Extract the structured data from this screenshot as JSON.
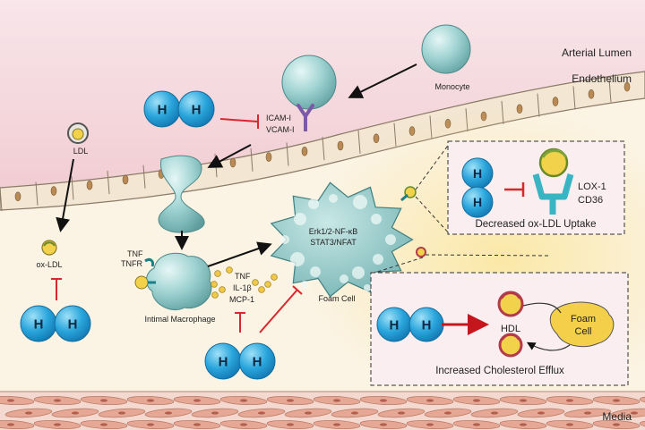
{
  "labels": {
    "arterial_lumen": "Arterial Lumen",
    "endothelium": "Endothelium",
    "media": "Media",
    "monocyte": "Monocyte",
    "icam": "ICAM-I",
    "vcam": "VCAM-I",
    "ldl": "LDL",
    "ox_ldl": "ox-LDL",
    "tnf": "TNF",
    "tnfr": "TNFR",
    "intimal_macrophage": "Intimal Macrophage",
    "cytokine_tnf": "TNF",
    "cytokine_il1b": "IL-1β",
    "cytokine_mcp1": "MCP-1",
    "pathway_1": "Erk1/2-NF-κB",
    "pathway_2": "STAT3/NFAT",
    "foam_cell": "Foam Cell",
    "lox1": "LOX-1",
    "cd36": "CD36",
    "decreased_uptake": "Decreased ox-LDL Uptake",
    "hdl": "HDL",
    "foam_cell_box_1": "Foam",
    "foam_cell_box_2": "Cell",
    "increased_efflux": "Increased Cholesterol Efflux",
    "h_letter": "H"
  },
  "colors": {
    "lumen": "#f6dde2",
    "endothelium_cell": "#f2e6d4",
    "intima": "#fbf3e4",
    "media": "#f3dcd3",
    "hydrogen": "#2aa6dc",
    "inhibit_red": "#d8272d",
    "cell_teal": "#8ec9c9",
    "lipid_yellow": "#f2d24a"
  }
}
